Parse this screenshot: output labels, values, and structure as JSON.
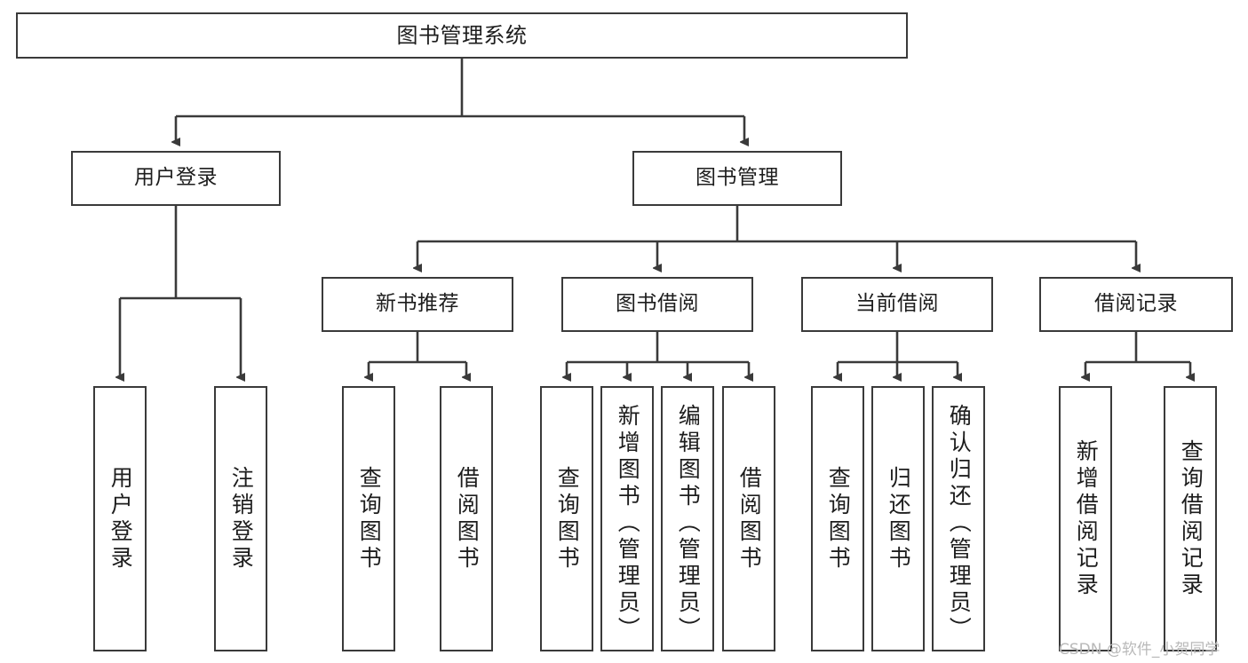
{
  "diagram": {
    "title": "图书管理系统",
    "type": "tree-structure-chart",
    "stroke_color": "#3a3a3a",
    "text_color": "#1d1d1d",
    "background": "#ffffff"
  },
  "nodes": {
    "root": {
      "label": "图书管理系统"
    },
    "level2": [
      {
        "label": "用户登录"
      },
      {
        "label": "图书管理"
      }
    ],
    "level3": [
      {
        "label": "新书推荐"
      },
      {
        "label": "图书借阅"
      },
      {
        "label": "当前借阅"
      },
      {
        "label": "借阅记录"
      }
    ],
    "leaves": [
      {
        "label": "用户登录"
      },
      {
        "label": "注销登录"
      },
      {
        "label": "查询图书"
      },
      {
        "label": "借阅图书"
      },
      {
        "label": "查询图书"
      },
      {
        "label": "新增图书（管理员）"
      },
      {
        "label": "编辑图书（管理员）"
      },
      {
        "label": "借阅图书"
      },
      {
        "label": "查询图书"
      },
      {
        "label": "归还图书"
      },
      {
        "label": "确认归还（管理员）"
      },
      {
        "label": "新增借阅记录"
      },
      {
        "label": "查询借阅记录"
      }
    ]
  },
  "watermark": {
    "text": "CSDN @软件_小贺同学"
  }
}
